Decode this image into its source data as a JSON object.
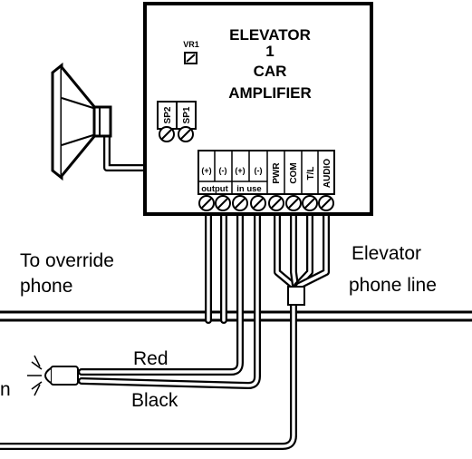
{
  "amplifier": {
    "title_lines": [
      "ELEVATOR",
      "1",
      "CAR",
      "AMPLIFIER"
    ],
    "vr_label": "VR1",
    "speaker_terminals": [
      "SP2",
      "SP1"
    ],
    "terminal_signs": [
      "(+)",
      "(-)",
      "(+)",
      "(-)"
    ],
    "group_labels": [
      "output",
      "in use"
    ],
    "vertical_labels": [
      "PWR",
      "COM",
      "T/L",
      "AUDIO"
    ]
  },
  "labels": {
    "override_line1": "To override",
    "override_line2": "phone",
    "elevator_line1": "Elevator",
    "elevator_line2": "phone line",
    "red": "Red",
    "black": "Black",
    "cut_letter": "n"
  }
}
